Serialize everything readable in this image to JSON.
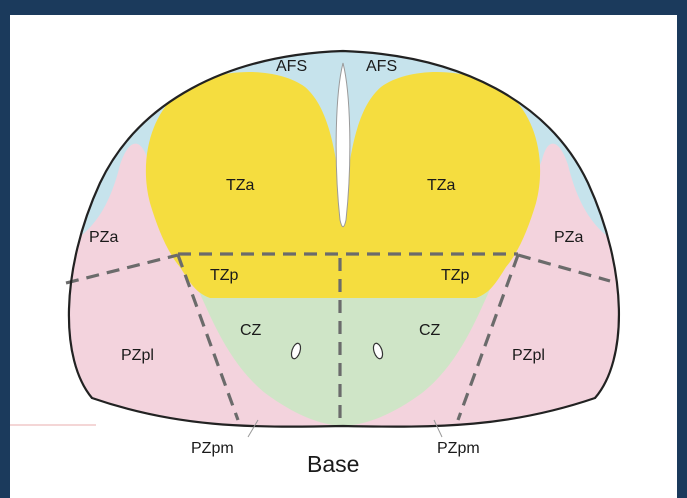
{
  "diagram": {
    "labels": {
      "afs_left": "AFS",
      "afs_right": "AFS",
      "tza_left": "TZa",
      "tza_right": "TZa",
      "pza_left": "PZa",
      "pza_right": "PZa",
      "tzp_left": "TZp",
      "tzp_right": "TZp",
      "cz_left": "CZ",
      "cz_right": "CZ",
      "pzpl_left": "PZpl",
      "pzpl_right": "PZpl",
      "pzpm_left": "PZpm",
      "pzpm_right": "PZpm",
      "base": "Base"
    },
    "colors": {
      "background_frame": "#1b3a5c",
      "afs": "#c6e3ec",
      "transition_zone": "#f5dd3f",
      "peripheral_zone": "#f3d3dd",
      "central_zone": "#cfe5c7",
      "outline": "#222222",
      "dashed_boundary": "#6b6b6b"
    }
  }
}
